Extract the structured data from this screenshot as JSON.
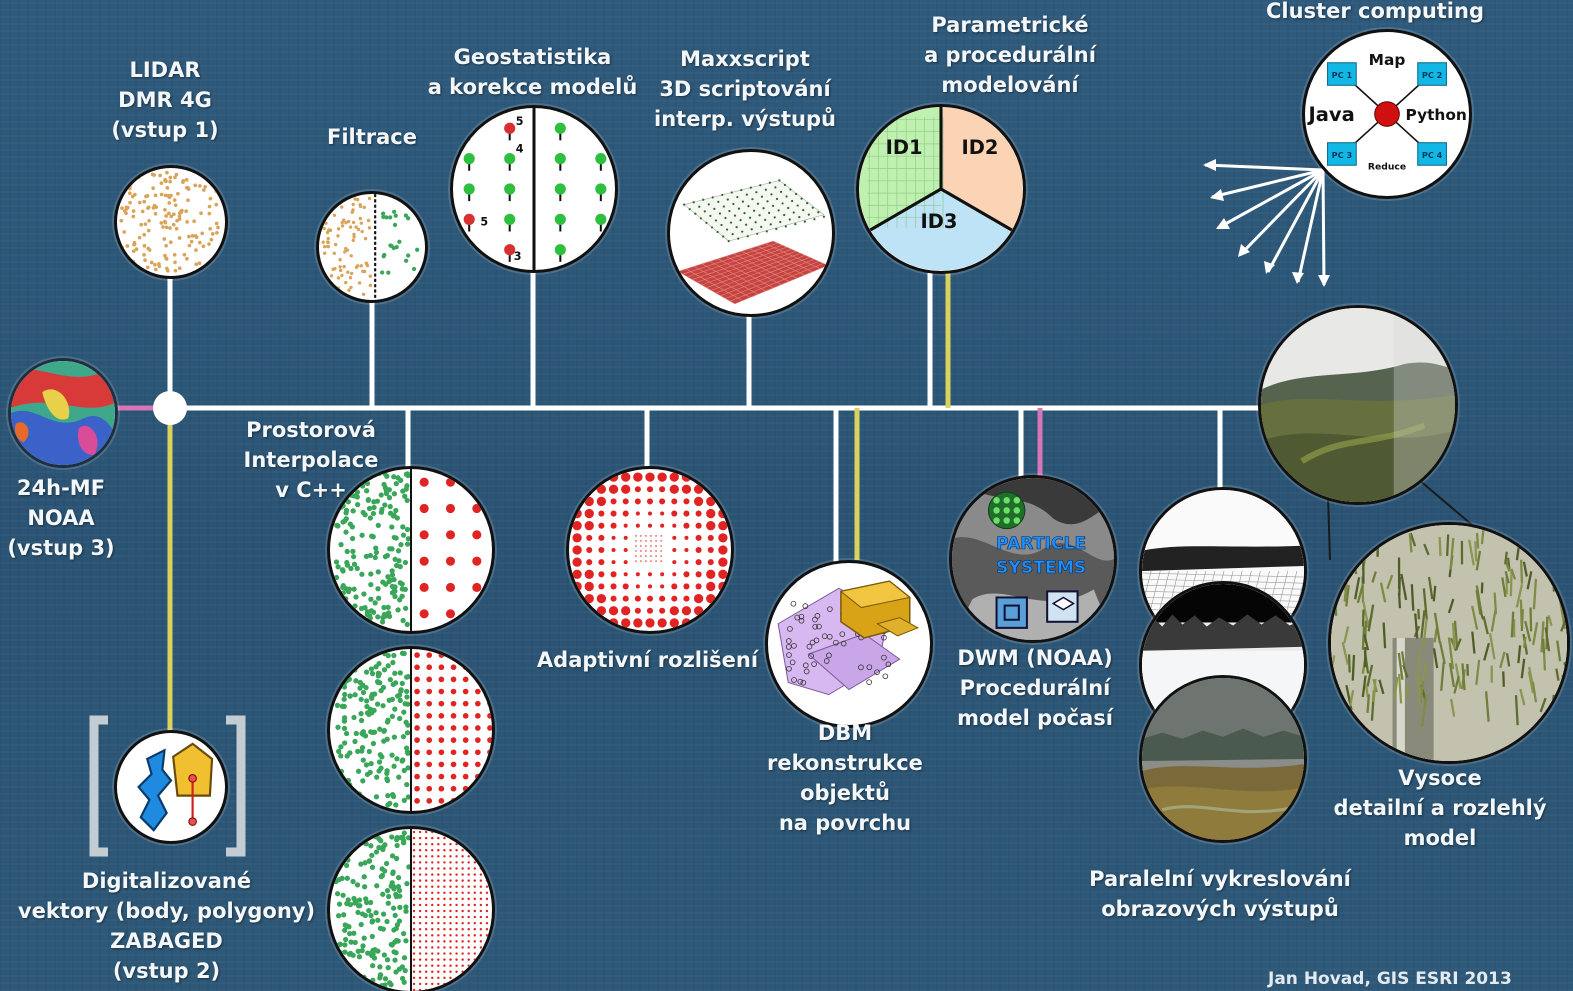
{
  "colors": {
    "background": "#2d5677",
    "connector_white": "#ffffff",
    "connector_yellow": "#d9d25c",
    "connector_pink": "#d675b8",
    "scatter_orange": "#d9a45a",
    "scatter_green": "#3aa65a",
    "grid_red": "#e02424",
    "id1_green": "#bff0b0",
    "id2_peach": "#fbd4b6",
    "id3_blue": "#bfe3f6"
  },
  "nodes": {
    "lidar": {
      "label": "LIDAR\nDMR 4G\n(vstup 1)"
    },
    "filtrace": {
      "label": "Filtrace"
    },
    "geostat": {
      "label": "Geostatistika\na korekce modelů",
      "numbers": [
        "5",
        "4",
        "5",
        "3"
      ]
    },
    "maxx": {
      "label": "Maxxscript\n3D scriptování\ninterp. výstupů"
    },
    "param": {
      "label": "Parametrické\na procedurální\nmodelování",
      "sectors": [
        "ID1",
        "ID2",
        "ID3"
      ]
    },
    "cluster": {
      "label": "Cluster computing",
      "map": "Map",
      "reduce": "Reduce",
      "java": "Java",
      "python": "Python",
      "pcs": [
        "PC 1",
        "PC 2",
        "PC 3",
        "PC 4"
      ]
    },
    "noaa": {
      "label": "24h-MF\nNOAA\n(vstup 3)"
    },
    "interp": {
      "label": "Prostorová\nInterpolace\nv C++"
    },
    "adapt": {
      "label": "Adaptivní rozlišení"
    },
    "dbm": {
      "label": "DBM\nrekonstrukce\nobjektů\nna povrchu"
    },
    "dwm": {
      "label": "DWM (NOAA)\nProcedurální\nmodel počasí",
      "badge_line1": "PARTICLE",
      "badge_line2": "SYSTEMS"
    },
    "parallel": {
      "label": "Paralelní vykreslování\nobrazových výstupů"
    },
    "vysoce": {
      "label": "Vysoce\ndetailní a rozlehlý\nmodel"
    },
    "zabaged": {
      "label": "Digitalizované\nvektory (body, polygony)\nZABAGED\n(vstup 2)"
    }
  },
  "credit": "Jan Hovad, GIS ESRI 2013"
}
